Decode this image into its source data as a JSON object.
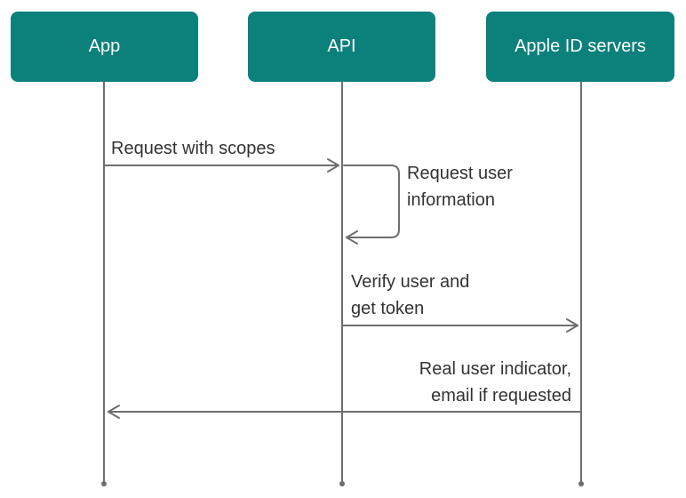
{
  "diagram": {
    "participants": [
      {
        "id": "app",
        "label": "App"
      },
      {
        "id": "api",
        "label": "API"
      },
      {
        "id": "apple",
        "label": "Apple ID servers"
      }
    ],
    "messages": [
      {
        "from": "app",
        "to": "api",
        "lines": [
          "Request with scopes"
        ]
      },
      {
        "from": "api",
        "to": "api",
        "lines": [
          "Request user",
          "information"
        ]
      },
      {
        "from": "api",
        "to": "apple",
        "lines": [
          "Verify user and",
          "get token"
        ]
      },
      {
        "from": "apple",
        "to": "app",
        "lines": [
          "Real user indicator,",
          "email if requested"
        ]
      }
    ],
    "colors": {
      "actor_fill": "#0c817c",
      "actor_text": "#ffffff",
      "line": "#6e6e6e",
      "text": "#333333"
    }
  }
}
